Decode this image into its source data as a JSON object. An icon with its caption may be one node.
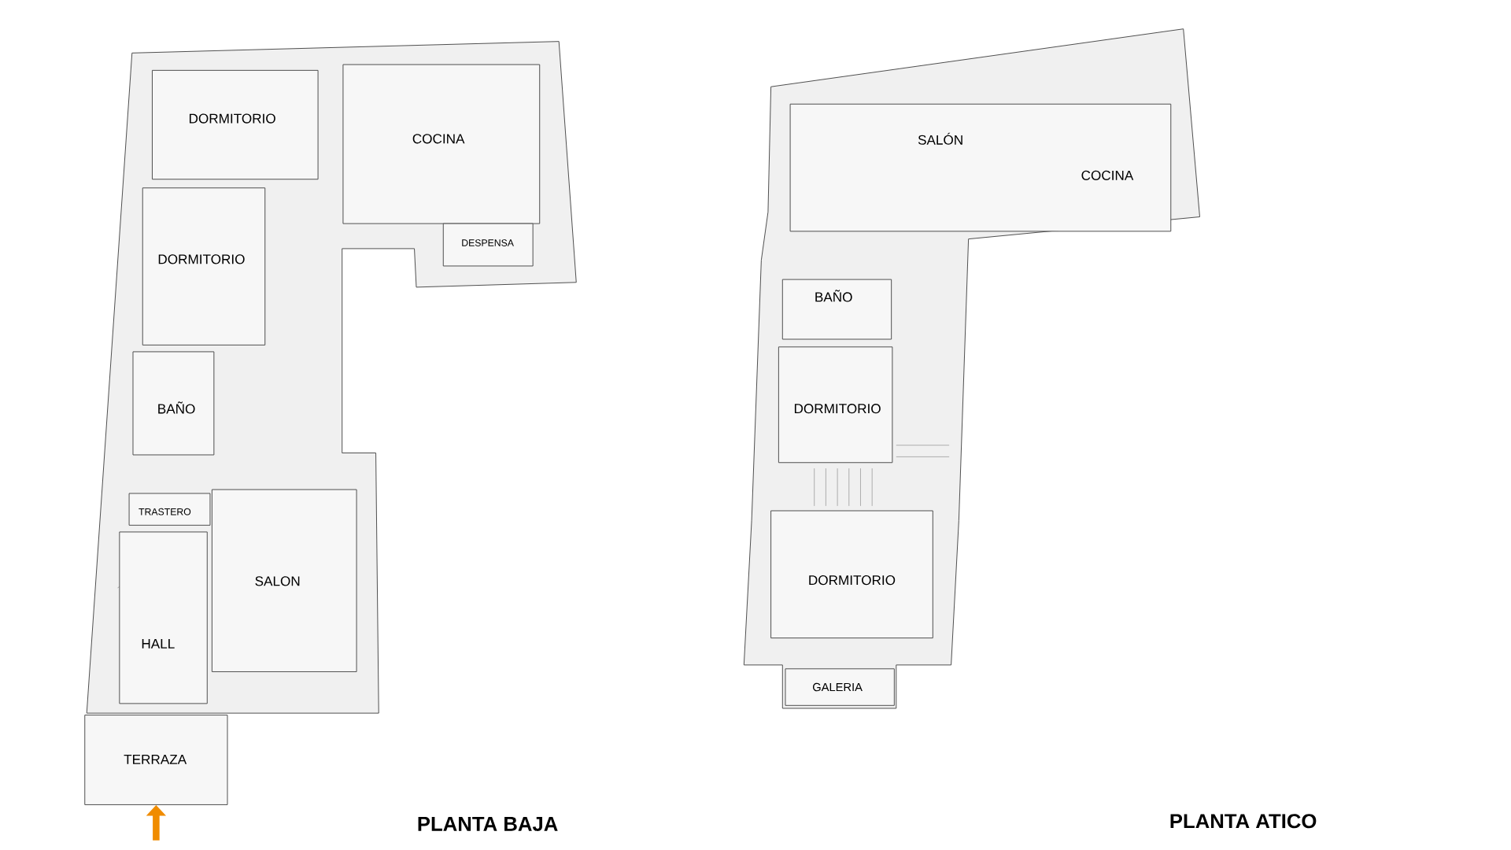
{
  "diagram": {
    "nodes": [
      {
        "text": [
          "DORMITORIO"
        ]
      },
      {
        "text": [
          "COCINA"
        ]
      },
      {
        "text": [
          "DESPENSA"
        ]
      },
      {
        "text": [
          "DORMITORIO"
        ]
      },
      {
        "text": [
          "BAÑO"
        ]
      },
      {
        "text": [
          "TRASTERO"
        ]
      },
      {
        "text": [
          "SALON"
        ]
      },
      {
        "text": [
          "HALL"
        ]
      },
      {
        "text": [
          "TERRAZA"
        ]
      },
      {
        "text": [
          "SALÓN",
          "COCINA"
        ]
      },
      {
        "text": [
          "BAÑO"
        ]
      },
      {
        "text": [
          "DORMITORIO"
        ]
      },
      {
        "text": [
          "DORMITORIO"
        ]
      },
      {
        "text": [
          "GALERIA"
        ]
      }
    ],
    "edges": [
      {
        "from": null,
        "to": 8,
        "arrow": "to"
      }
    ],
    "labels": [
      "PLANTA BAJA",
      "PLANTA ATICO"
    ]
  }
}
